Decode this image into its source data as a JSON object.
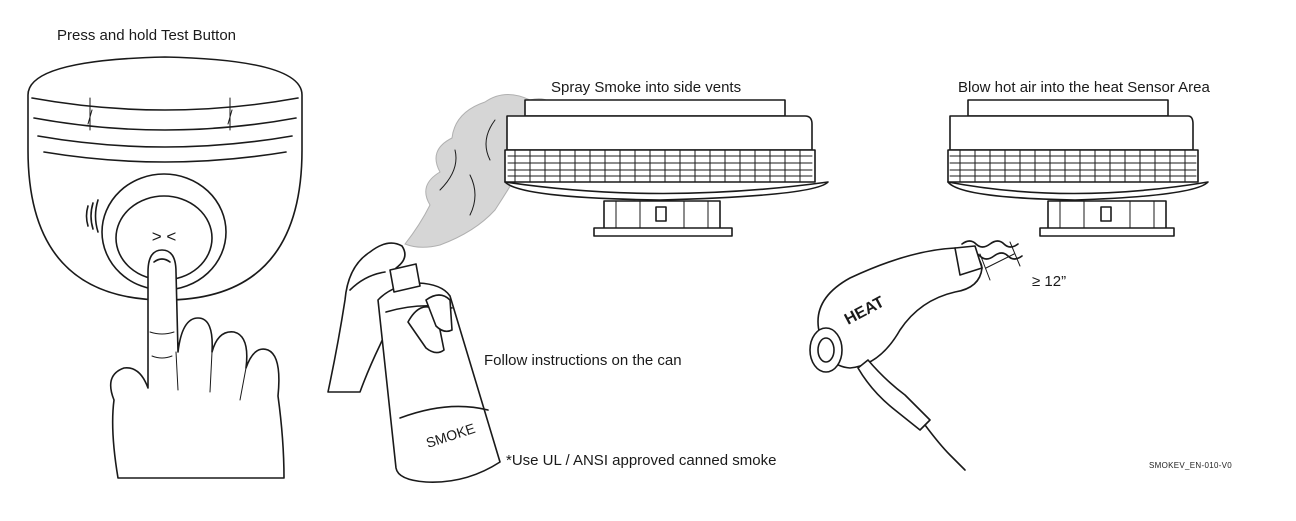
{
  "panels": [
    {
      "caption": "Press and hold Test Button",
      "button_marks": "> <"
    },
    {
      "caption": "Spray Smoke into side vents",
      "note": "Follow instructions on the can",
      "can_label": "SMOKE",
      "footnote": "*Use UL / ANSI approved canned smoke"
    },
    {
      "caption": "Blow hot air into the heat Sensor Area",
      "dryer_label": "HEAT",
      "distance": "≥ 12”"
    }
  ],
  "doc_code": "SMOKEV_EN-010-V0",
  "colors": {
    "line": "#1a1a1a",
    "smoke": "#d6d6d6",
    "background": "#ffffff"
  }
}
